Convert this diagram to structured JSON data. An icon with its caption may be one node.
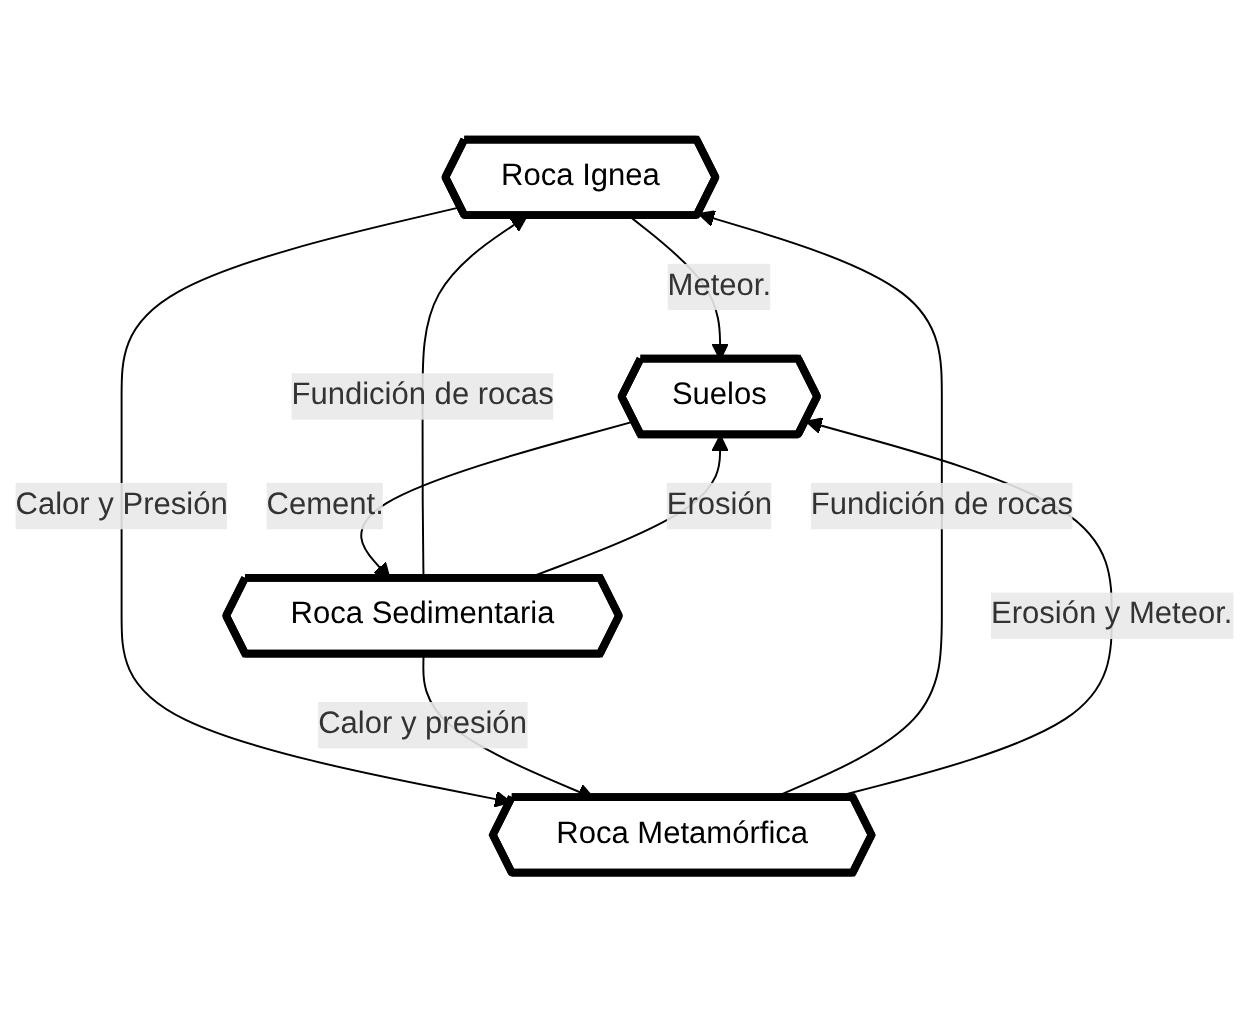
{
  "diagram": {
    "nodes": [
      {
        "text": [
          "Roca Ignea"
        ]
      },
      {
        "text": [
          "Suelos"
        ]
      },
      {
        "text": [
          "Roca Sedimentaria"
        ]
      },
      {
        "text": [
          "Roca Metamórfica"
        ]
      }
    ],
    "edges": [
      {
        "from": 0,
        "to": 1,
        "arrow": "to",
        "label": "Meteor."
      },
      {
        "from": 2,
        "to": 0,
        "arrow": "to",
        "label": "Fundición de rocas"
      },
      {
        "from": 3,
        "to": 0,
        "arrow": "to",
        "label": "Fundición de rocas"
      },
      {
        "from": 0,
        "to": 3,
        "arrow": "to",
        "label": "Calor y Presión"
      },
      {
        "from": 2,
        "to": 1,
        "arrow": "to",
        "label": "Erosión"
      },
      {
        "from": 1,
        "to": 2,
        "arrow": "to",
        "label": "Cement."
      },
      {
        "from": 3,
        "to": 1,
        "arrow": "to",
        "label": "Erosión y Meteor."
      },
      {
        "from": 2,
        "to": 3,
        "arrow": "to",
        "label": "Calor y presión"
      }
    ]
  }
}
